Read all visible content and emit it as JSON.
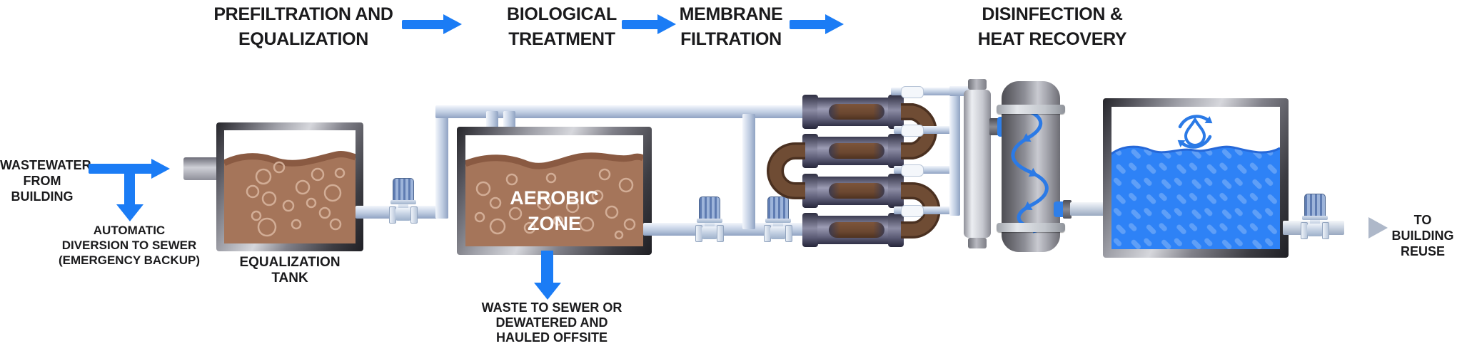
{
  "stages": [
    {
      "label": "PREFILTRATION AND\nEQUALIZATION"
    },
    {
      "label": "BIOLOGICAL\nTREATMENT"
    },
    {
      "label": "MEMBRANE\nFILTRATION"
    },
    {
      "label": "DISINFECTION &\nHEAT RECOVERY"
    }
  ],
  "annotations": {
    "inlet": "WASTEWATER\nFROM BUILDING",
    "diversion": "AUTOMATIC\nDIVERSION TO SEWER\n(EMERGENCY BACKUP)",
    "equalization_tank": "EQUALIZATION\nTANK",
    "aerobic_zone": "AEROBIC\nZONE",
    "waste": "WASTE TO SEWER OR\nDEWATERED AND\nHAULED OFFSITE",
    "reuse": "TO BUILDING\nREUSE"
  },
  "icons": [
    {
      "name": "flow-arrow-icon",
      "meaning": "process flow direction"
    },
    {
      "name": "swirl-flow-icon",
      "meaning": "disinfection mixing flow"
    },
    {
      "name": "water-recycle-icon",
      "meaning": "recycled clean water"
    }
  ],
  "colors": {
    "flow_arrow_blue": "#1b7cf5",
    "sewage_brown": "#a5755a",
    "sewage_brown_dark": "#8a5a42",
    "clean_water_blue": "#2e82f6",
    "clean_water_dash": "#5f9ff7",
    "pipe_silver_blue": "#c7d4e8",
    "membrane_brown": "#6b4832",
    "tank_frame_gray": "#55555d",
    "text_black": "#1b1b1d"
  }
}
